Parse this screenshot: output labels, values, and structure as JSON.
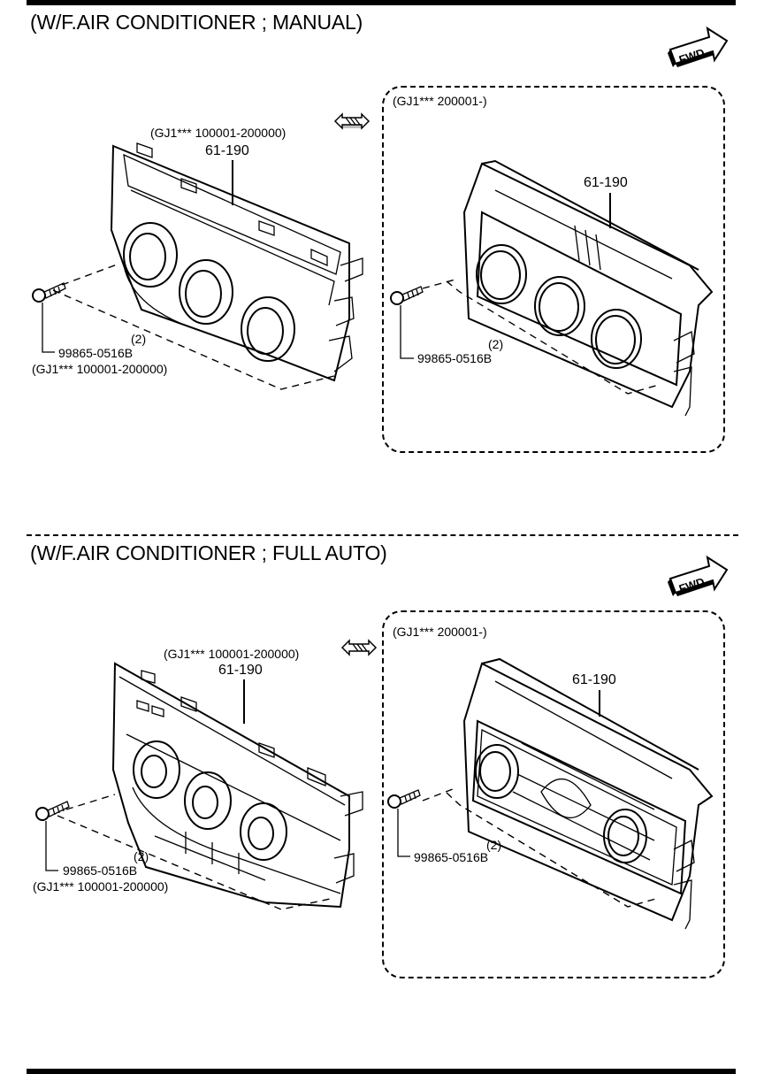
{
  "diagram": {
    "sections": [
      {
        "title": "(W/F.AIR CONDITIONER ; MANUAL)",
        "fwd_icon": {
          "icon": "fwd-arrow-icon",
          "label": "FWD"
        },
        "interchange_icon": "interchange-arrow-icon",
        "left_variant": {
          "serial_range": "(GJ1*** 100001-200000)",
          "part_number": "61-190",
          "screw": {
            "part_number": "99865-0516B",
            "quantity": "(2)",
            "serial_range": "(GJ1*** 100001-200000)"
          }
        },
        "right_variant": {
          "serial_range": "(GJ1*** 200001-)",
          "part_number": "61-190",
          "screw": {
            "part_number": "99865-0516B",
            "quantity": "(2)"
          }
        }
      },
      {
        "title": "(W/F.AIR CONDITIONER ; FULL AUTO)",
        "fwd_icon": {
          "icon": "fwd-arrow-icon",
          "label": "FWD"
        },
        "interchange_icon": "interchange-arrow-icon",
        "left_variant": {
          "serial_range": "(GJ1*** 100001-200000)",
          "part_number": "61-190",
          "screw": {
            "part_number": "99865-0516B",
            "quantity": "(2)",
            "serial_range": "(GJ1*** 100001-200000)"
          }
        },
        "right_variant": {
          "serial_range": "(GJ1*** 200001-)",
          "part_number": "61-190",
          "screw": {
            "part_number": "99865-0516B",
            "quantity": "(2)"
          }
        }
      }
    ]
  }
}
